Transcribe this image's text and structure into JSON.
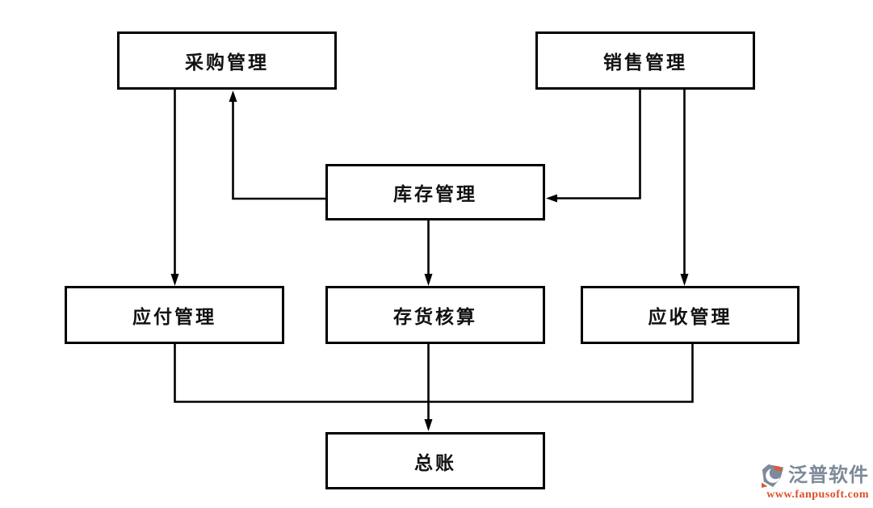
{
  "diagram": {
    "nodes": {
      "purchase": {
        "label": "采购管理"
      },
      "sales": {
        "label": "销售管理"
      },
      "inventory": {
        "label": "库存管理"
      },
      "payable": {
        "label": "应付管理"
      },
      "stock_accounting": {
        "label": "存货核算"
      },
      "receivable": {
        "label": "应收管理"
      },
      "general_ledger": {
        "label": "总账"
      }
    },
    "edges": [
      {
        "from": "purchase",
        "to": "payable"
      },
      {
        "from": "inventory",
        "to": "purchase"
      },
      {
        "from": "sales",
        "to": "inventory"
      },
      {
        "from": "sales",
        "to": "receivable"
      },
      {
        "from": "inventory",
        "to": "stock_accounting"
      },
      {
        "from": "payable",
        "to": "general_ledger"
      },
      {
        "from": "stock_accounting",
        "to": "general_ledger"
      },
      {
        "from": "receivable",
        "to": "general_ledger"
      }
    ],
    "colors": {
      "line": "#000000",
      "box_border": "#000000",
      "box_background": "#ffffff",
      "background": "#ffffff"
    }
  },
  "watermark": {
    "brand": "泛普软件",
    "url": "www.fanpusoft.com",
    "brand_color": "#7d8a99",
    "url_color": "#df4f2b",
    "logo_gray": "#7e8a9b",
    "logo_orange": "#d95b38"
  }
}
